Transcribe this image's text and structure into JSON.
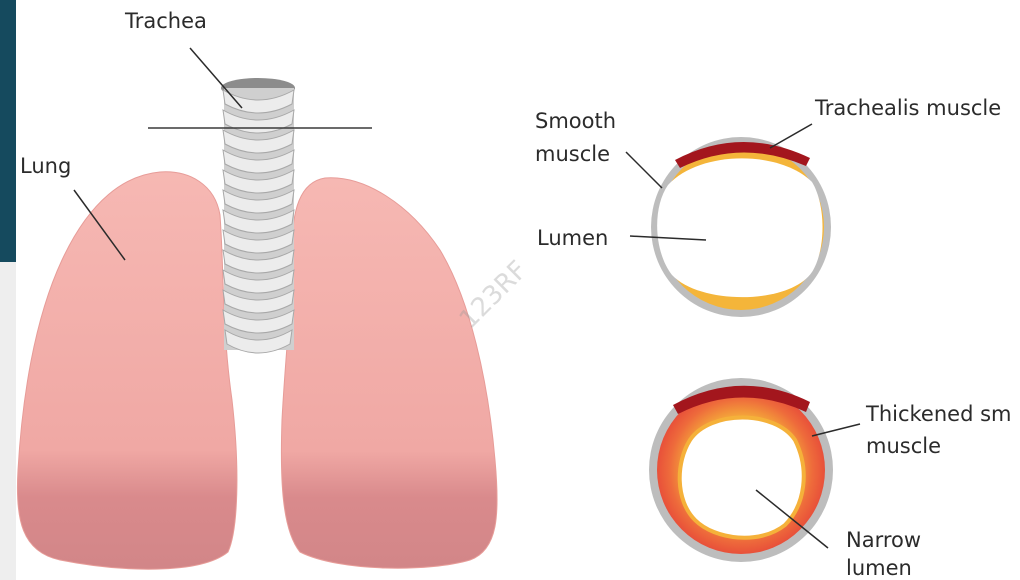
{
  "colors": {
    "side_strip_dark": "#154a5e",
    "side_strip_light": "#eeeeee",
    "lung_fill": "#f0aaa6",
    "lung_shade": "#d9898a",
    "trachea_ring": "#e3e3e3",
    "ring_outer": "#b9b9b9",
    "smooth_muscle": "#f2b336",
    "thickened_muscle": "#ea5a3a",
    "trachealis": "#a3161d",
    "leader_line": "#2b2b2b"
  },
  "labels": {
    "trachea": "Trachea",
    "lung": "Lung",
    "smooth_muscle_line1": "Smooth",
    "smooth_muscle_line2": "muscle",
    "trachealis_muscle": "Trachealis muscle",
    "lumen": "Lumen",
    "thickened_line1": "Thickened sm",
    "thickened_line2": "muscle",
    "narrow_line1": "Narrow",
    "narrow_line2": "lumen"
  },
  "watermark": "123RF"
}
